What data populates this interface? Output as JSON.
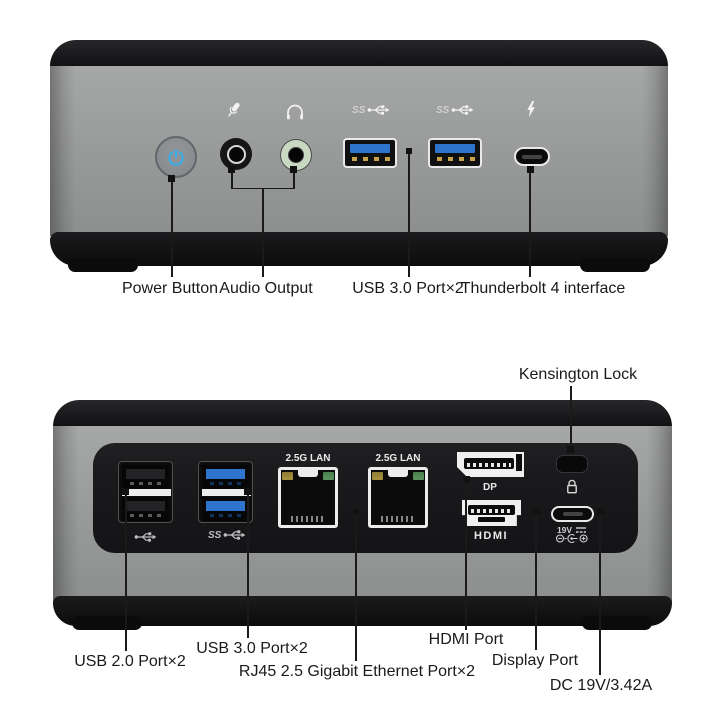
{
  "figure_front": {
    "name": "mini pc front view",
    "ss_glyph": "SS",
    "labels": {
      "power": "Power Button",
      "audio": "Audio Output",
      "usb3": "USB 3.0 Port×2",
      "thunderbolt": "Thunderbolt 4 interface"
    }
  },
  "figure_rear": {
    "name": "mini pc rear view",
    "port_markings": {
      "lan1": "2.5G LAN",
      "lan2": "2.5G LAN",
      "dp": "DP",
      "hdmi": "HDMI",
      "dc_voltage": "19V",
      "ss_glyph": "SS"
    },
    "labels": {
      "kensington": "Kensington Lock",
      "usb2": "USB 2.0 Port×2",
      "usb3": "USB 3.0 Port×2",
      "rj45": "RJ45 2.5 Gigabit Ethernet Port×2",
      "hdmi": "HDMI Port",
      "display_port": "Display Port",
      "dc": "DC 19V/3.42A"
    }
  },
  "icons": {
    "power-icon": "power symbol",
    "microphone-icon": "microphone",
    "headphones-icon": "headphones",
    "ss-usb-icon": "SS + usb trident",
    "thunderbolt-icon": "lightning bolt",
    "usb-trident-icon": "usb trident",
    "lock-icon": "padlock",
    "dc-symbol-icon": "direct current symbol",
    "polarity-icon": "center positive polarity"
  },
  "colors": {
    "body_gray": "#9a9c9b",
    "panel_black": "#1a1a1c",
    "usb3_blue": "#2e74cc",
    "power_blue": "#3fa9e1",
    "led_amber": "#a8923f",
    "led_green": "#5a945c",
    "pin_gold": "#c9a54a"
  }
}
